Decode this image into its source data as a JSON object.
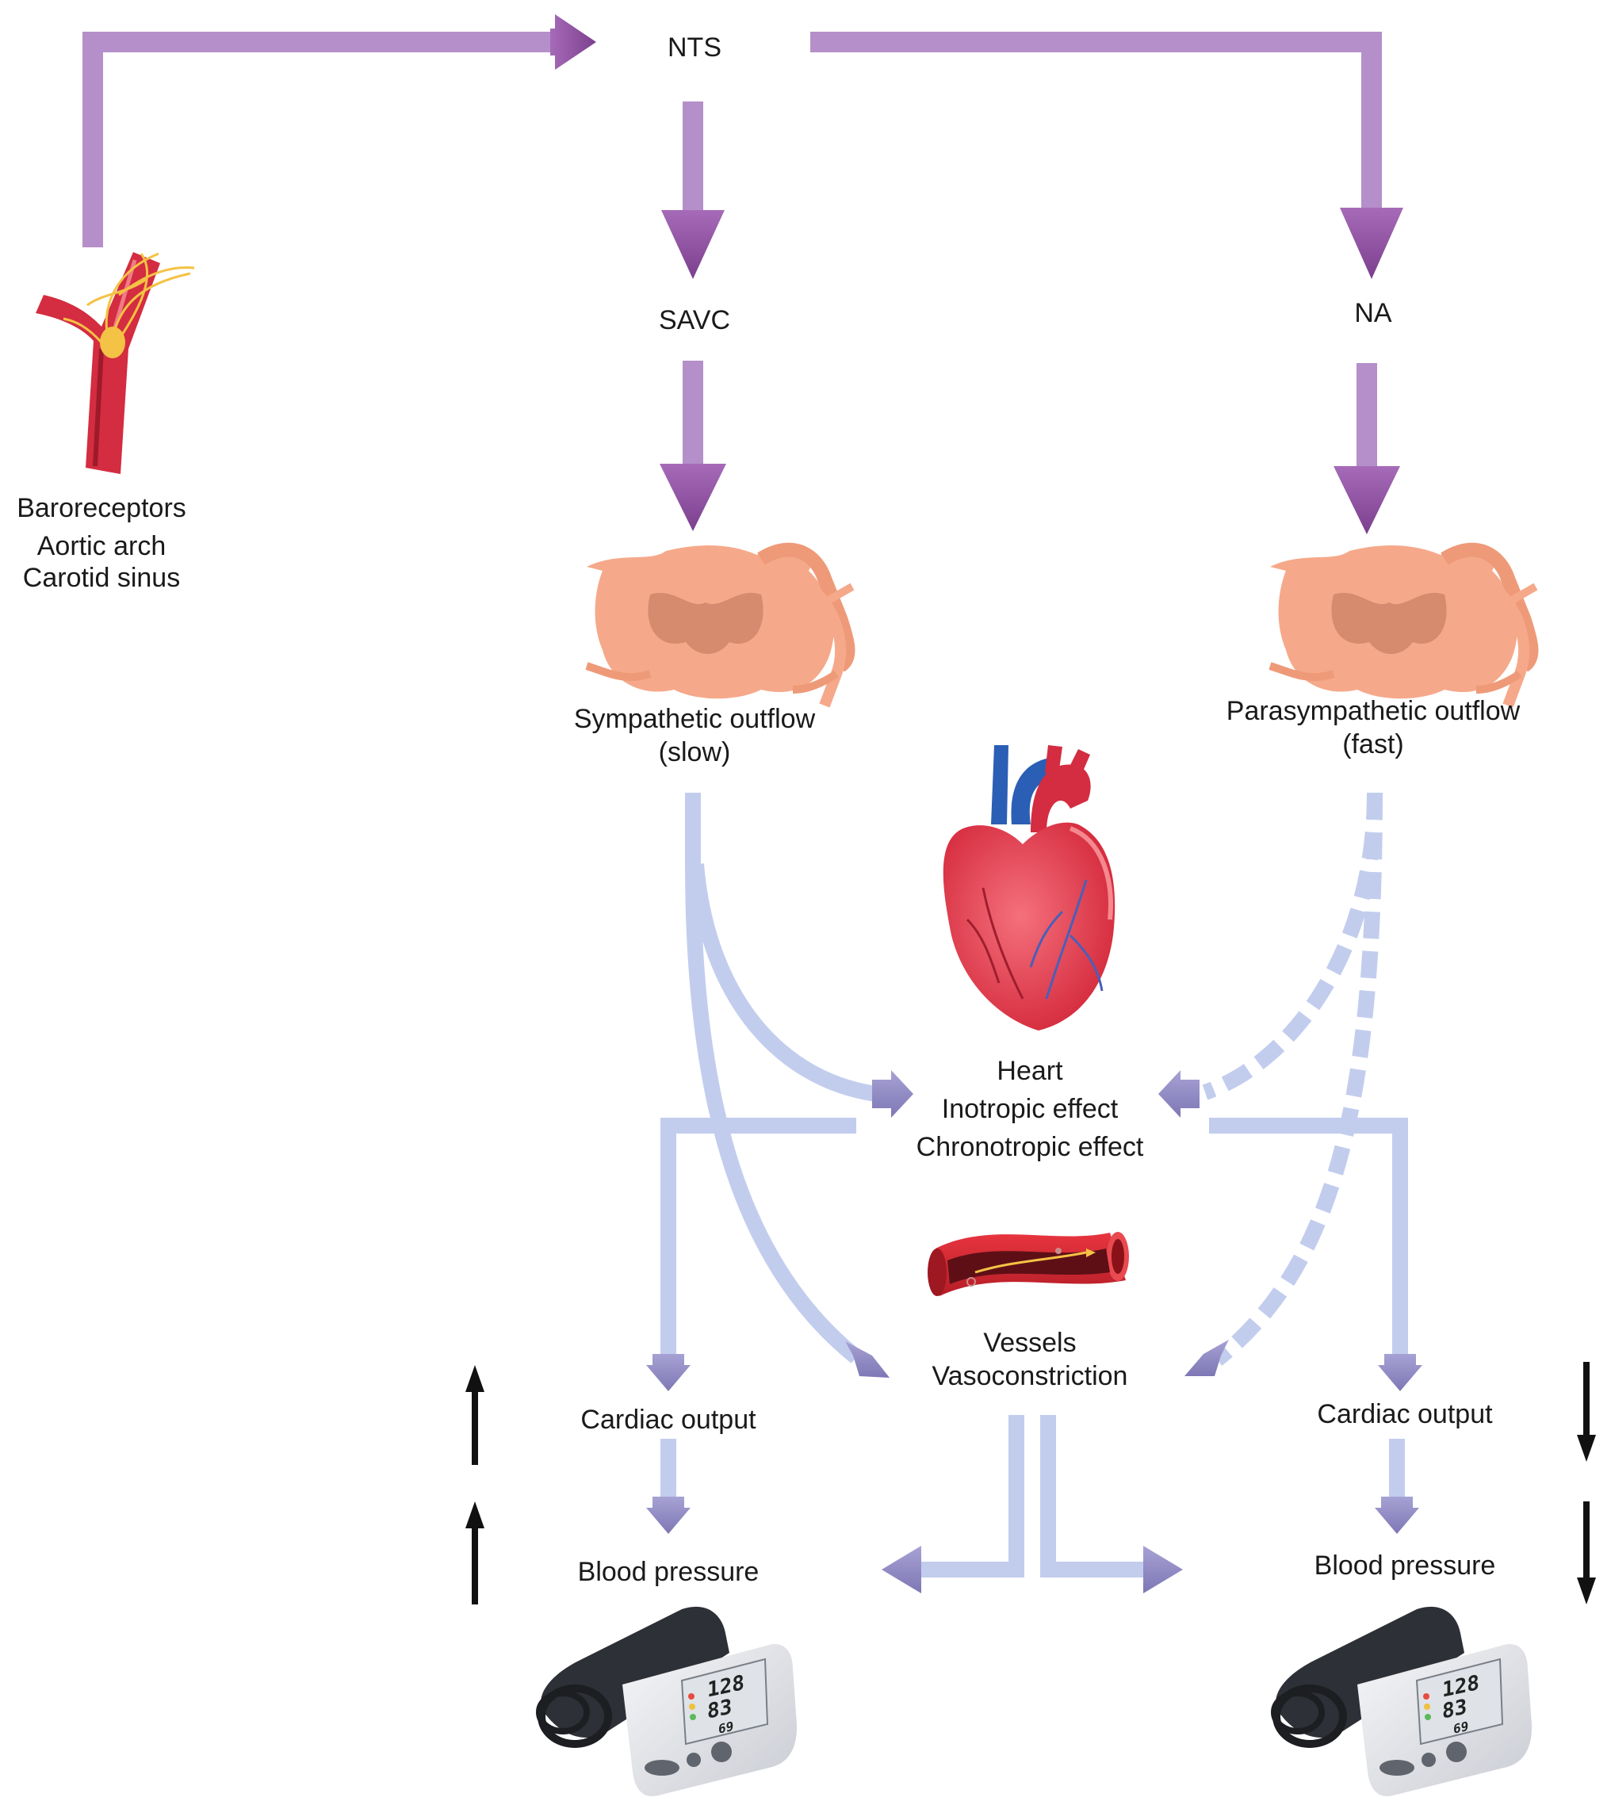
{
  "nodes": {
    "nts": "NTS",
    "savc": "SAVC",
    "na": "NA",
    "baroreceptors": [
      "Baroreceptors",
      "Aortic arch",
      "Carotid sinus"
    ],
    "sympathetic": [
      "Sympathetic outflow",
      "(slow)"
    ],
    "parasympathetic": [
      "Parasympathetic outflow",
      "(fast)"
    ],
    "heart": [
      "Heart",
      "Inotropic effect",
      "Chronotropic effect"
    ],
    "vessels": [
      "Vessels",
      "Vasoconstriction"
    ],
    "cardiac_output_left": "Cardiac output",
    "cardiac_output_right": "Cardiac output",
    "blood_pressure_left": "Blood pressure",
    "blood_pressure_right": "Blood pressure"
  },
  "monitor_readings": {
    "systolic": "128",
    "diastolic": "83",
    "pulse": "69"
  },
  "trend_indicators": {
    "left": "increase",
    "right": "decrease"
  },
  "colors": {
    "neural_pathway": "#b48fc9",
    "neural_arrowhead": "#8e4f9e",
    "effect_pathway": "#c2cdee",
    "effect_arrowhead": "#8d88c0",
    "trend_arrow": "#111111",
    "artery": "#d42c40",
    "spinal_cord": "#f5a98a",
    "heart": "#e8394a"
  }
}
